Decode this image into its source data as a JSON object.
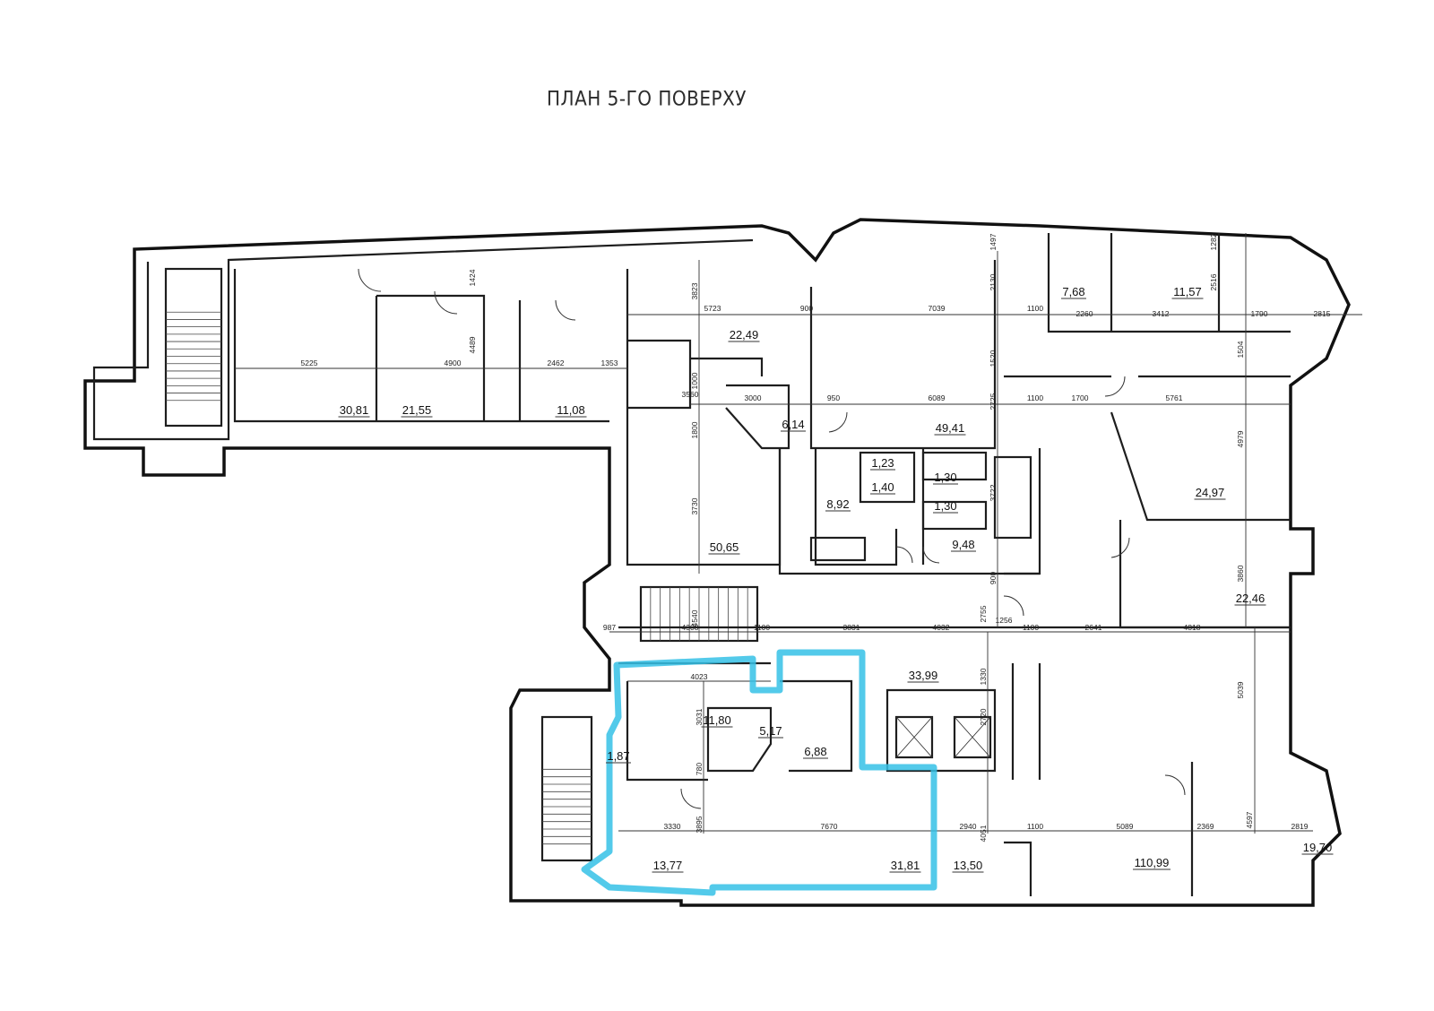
{
  "title": "ПЛАН 5-ГО ПОВЕРХУ",
  "highlight_color": "#35c1e6",
  "rooms": [
    {
      "id": "r1",
      "area": "30,81"
    },
    {
      "id": "r2",
      "area": "21,55"
    },
    {
      "id": "r3",
      "area": "11,08"
    },
    {
      "id": "r4",
      "area": "22,49"
    },
    {
      "id": "r5",
      "area": "6,14"
    },
    {
      "id": "r6",
      "area": "50,65"
    },
    {
      "id": "r7",
      "area": "49,41"
    },
    {
      "id": "r8",
      "area": "8,92"
    },
    {
      "id": "r9",
      "area": "1,23"
    },
    {
      "id": "r10",
      "area": "1,40"
    },
    {
      "id": "r11",
      "area": "1,30"
    },
    {
      "id": "r12",
      "area": "1,30"
    },
    {
      "id": "r13",
      "area": "9,48"
    },
    {
      "id": "r14",
      "area": "7,68"
    },
    {
      "id": "r15",
      "area": "11,57"
    },
    {
      "id": "r16",
      "area": "24,97"
    },
    {
      "id": "r17",
      "area": "22,46"
    },
    {
      "id": "r18",
      "area": "33,99"
    },
    {
      "id": "r19",
      "area": "11,80"
    },
    {
      "id": "r20",
      "area": "5,17"
    },
    {
      "id": "r21",
      "area": "6,88"
    },
    {
      "id": "r22",
      "area": "1,87"
    },
    {
      "id": "r23",
      "area": "13,77"
    },
    {
      "id": "r24",
      "area": "31,81"
    },
    {
      "id": "r25",
      "area": "13,50"
    },
    {
      "id": "r26",
      "area": "110,99"
    },
    {
      "id": "r27",
      "area": "19,70"
    }
  ],
  "dimensions": [
    "5225",
    "4900",
    "2462",
    "1353",
    "1424",
    "4489",
    "3823",
    "5723",
    "900",
    "7039",
    "2130",
    "1497",
    "1100",
    "2260",
    "3412",
    "2516",
    "1282",
    "1790",
    "2815",
    "3560",
    "1000",
    "3000",
    "950",
    "6089",
    "1520",
    "2725",
    "1100",
    "1700",
    "5761",
    "1800",
    "3730",
    "4979",
    "1504",
    "3722",
    "900",
    "3860",
    "4540",
    "987",
    "4308",
    "1100",
    "3831",
    "4032",
    "2755",
    "1256",
    "1100",
    "2641",
    "4818",
    "4023",
    "3031",
    "1330",
    "2720",
    "5039",
    "780",
    "3330",
    "3895",
    "7670",
    "2940",
    "4051",
    "1100",
    "5089",
    "2369",
    "4597",
    "2819"
  ]
}
